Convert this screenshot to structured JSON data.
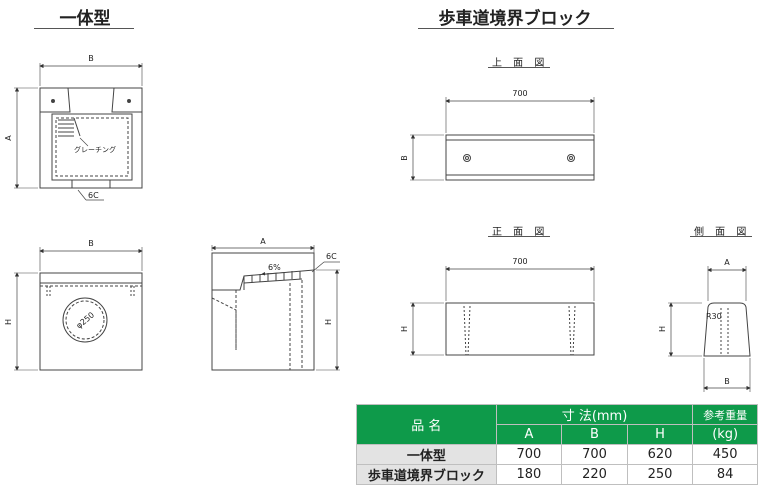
{
  "titles": {
    "left": "一体型",
    "right": "歩車道境界ブロック"
  },
  "view_labels": {
    "top": "上 面 図",
    "front": "正 面 図",
    "side": "側 面 図"
  },
  "dimensions": {
    "a": "A",
    "b": "B",
    "h": "H",
    "chamfer": "6C",
    "slope": "6%",
    "grating": "グレーチング",
    "pipe": "φ250",
    "length_top": "700",
    "length_front": "700",
    "radius": "R30"
  },
  "table": {
    "name_header": "品 名",
    "dim_header": "寸 法(mm)",
    "weight_header": "参考重量",
    "weight_unit": "(kg)",
    "columns": [
      "A",
      "B",
      "H"
    ],
    "rows": [
      {
        "name": "一体型",
        "a": "700",
        "b": "700",
        "h": "620",
        "weight": "450"
      },
      {
        "name": "歩車道境界ブロック",
        "a": "180",
        "b": "220",
        "h": "250",
        "weight": "84"
      }
    ]
  },
  "colors": {
    "header_green": "#0e9a4a",
    "row_gray": "#e3e3e3"
  }
}
